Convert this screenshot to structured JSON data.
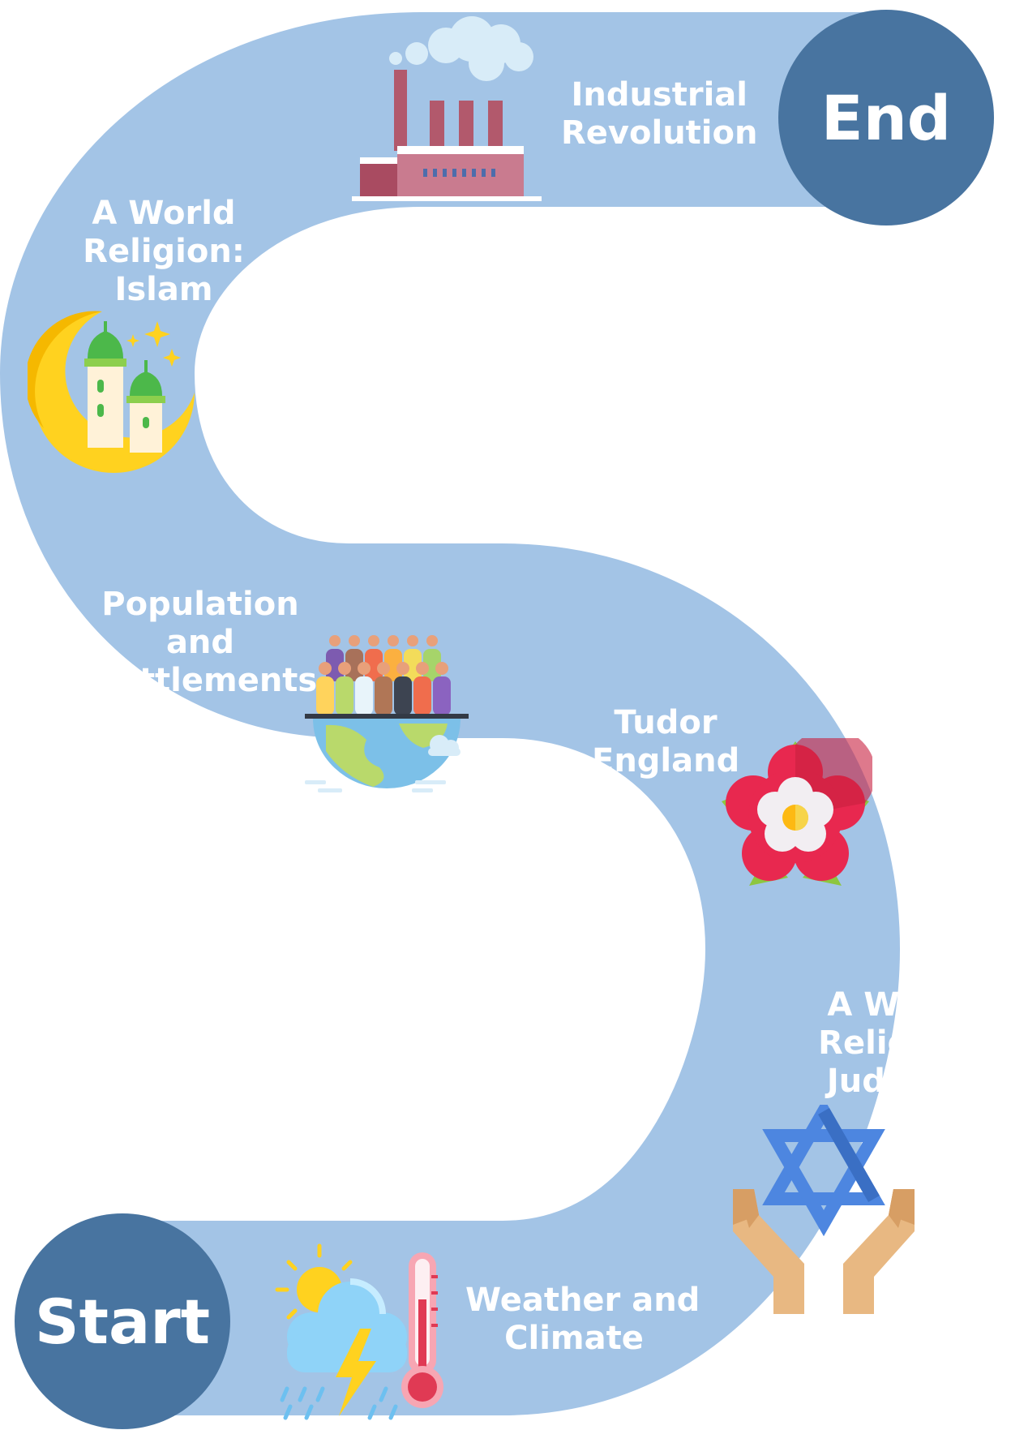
{
  "terminals": {
    "end": "End",
    "start": "Start"
  },
  "stops": [
    {
      "lines": [
        "Industrial",
        "Revolution"
      ],
      "icon": "factory-icon"
    },
    {
      "lines": [
        "A World",
        "Religion:",
        "Islam"
      ],
      "icon": "crescent-mosque-icon"
    },
    {
      "lines": [
        "Population",
        "and",
        "Settlements"
      ],
      "icon": "people-on-globe-icon"
    },
    {
      "lines": [
        "Tudor",
        "England"
      ],
      "icon": "tudor-rose-icon"
    },
    {
      "lines": [
        "A World",
        "Religion:",
        "Judaism"
      ],
      "icon": "star-of-david-hands-icon"
    },
    {
      "lines": [
        "Weather and",
        "Climate"
      ],
      "icon": "weather-thermometer-icon"
    }
  ],
  "colors": {
    "road": "#a3c4e6",
    "terminal": "#4874a0",
    "label": "#ffffff"
  }
}
